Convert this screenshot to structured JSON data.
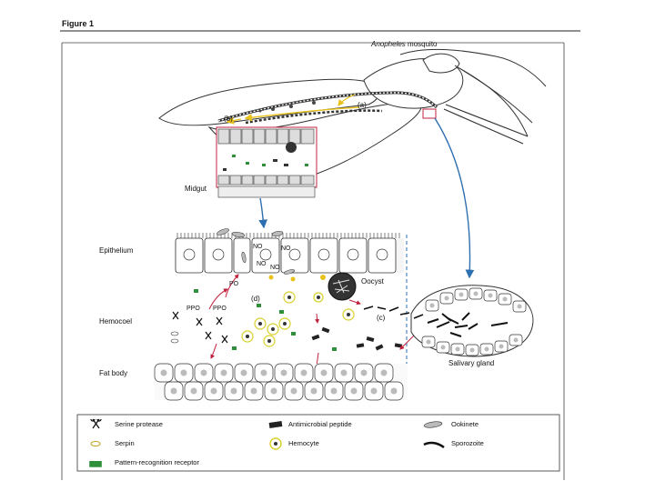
{
  "figure_title": "Figure 1",
  "labels": {
    "mosquito": "mosquito",
    "mosquito_genus": "Anopheles",
    "a": "(a)",
    "b": "(b)",
    "c": "(c)",
    "d": "(d)",
    "midgut": "Midgut",
    "epithelium": "Epithelium",
    "hemocoel": "Hemocoel",
    "fat_body": "Fat body",
    "oocyst": "Oocyst",
    "salivary_gland": "Salivary gland",
    "no1": "NO",
    "no2": "NO",
    "no3": "NO",
    "no4": "NO",
    "po": "PO",
    "ppo1": "PPO",
    "ppo2": "PPO"
  },
  "legend": {
    "serine_protease": "Serine protease",
    "serpin": "Serpin",
    "prr": "Pattern-recognition receptor",
    "amp": "Antimicrobial peptide",
    "hemocyte": "Hemocyte",
    "ookinete": "Ookinete",
    "sporozoite": "Sporozoite"
  },
  "colors": {
    "yellow_arrow": "#e8c21a",
    "blue_arrow": "#2d6fb0",
    "red_arrow": "#c0203c",
    "green_receptor": "#2f8f3a",
    "cell_fill": "#d8d8d8",
    "yellow_ring": "#d8d02a"
  }
}
